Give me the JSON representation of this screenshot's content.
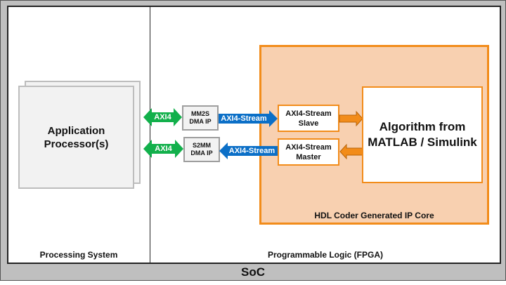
{
  "soc": {
    "label": "SoC",
    "background": "#bfbfbf"
  },
  "processing_system": {
    "label": "Processing System",
    "processor": {
      "line1": "Application",
      "line2": "Processor(s)"
    }
  },
  "programmable_logic": {
    "label": "Programmable Logic (FPGA)",
    "dma": [
      {
        "name": "MM2S",
        "line1": "MM2S",
        "line2": "DMA IP"
      },
      {
        "name": "S2MM",
        "line1": "S2MM",
        "line2": "DMA IP"
      }
    ],
    "links": {
      "axi4_top": "AXI4",
      "axi4_bottom": "AXI4",
      "stream_in": "AXI4-Stream",
      "stream_out": "AXI4-Stream"
    },
    "ip_core": {
      "label": "HDL Coder Generated IP Core",
      "slave": {
        "line1": "AXI4-Stream",
        "line2": "Slave"
      },
      "master": {
        "line1": "AXI4-Stream",
        "line2": "Master"
      },
      "algorithm": {
        "line1": "Algorithm from",
        "line2": "MATLAB / Simulink"
      }
    }
  },
  "colors": {
    "axi4_green": "#12b04b",
    "stream_blue": "#0b6fc7",
    "ip_orange": "#f28c1a",
    "ip_fill": "#f8d0b0"
  }
}
